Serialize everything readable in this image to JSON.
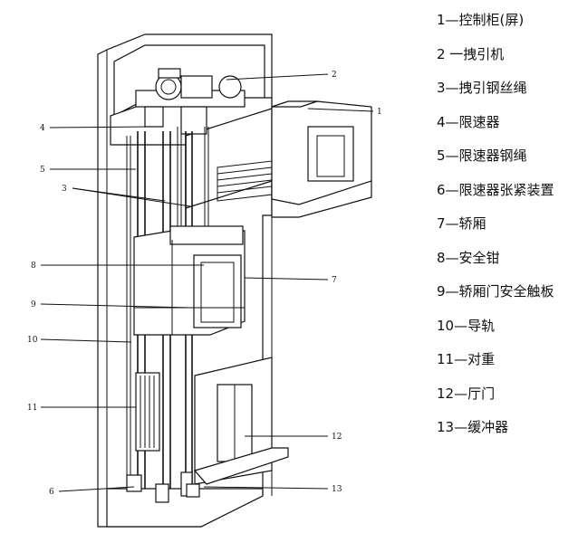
{
  "diagram": {
    "callouts": [
      {
        "id": "c1",
        "label": "1"
      },
      {
        "id": "c2",
        "label": "2"
      },
      {
        "id": "c3",
        "label": "3"
      },
      {
        "id": "c4",
        "label": "4"
      },
      {
        "id": "c5",
        "label": "5"
      },
      {
        "id": "c6",
        "label": "6"
      },
      {
        "id": "c7",
        "label": "7"
      },
      {
        "id": "c8",
        "label": "8"
      },
      {
        "id": "c9",
        "label": "9"
      },
      {
        "id": "c10",
        "label": "10"
      },
      {
        "id": "c11",
        "label": "11"
      },
      {
        "id": "c12",
        "label": "12"
      },
      {
        "id": "c13",
        "label": "13"
      }
    ]
  },
  "legend": {
    "items": [
      "1—控制柜(屏)",
      "2 一拽引机",
      "3—拽引钢丝绳",
      "4—限速器",
      "5—限速器钢绳",
      "6—限速器张紧装置",
      "7—轿厢",
      "8—安全钳",
      "9—轿厢门安全触板",
      "10—导轨",
      "11—对重",
      "12—厅门",
      "13—缓冲器"
    ]
  }
}
